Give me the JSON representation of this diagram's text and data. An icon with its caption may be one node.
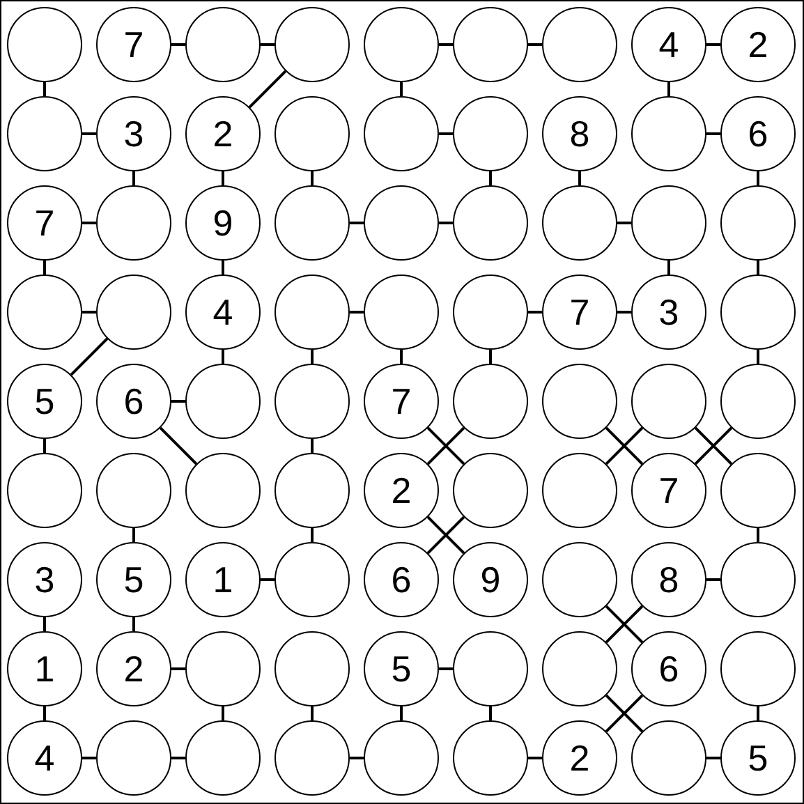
{
  "diagram": {
    "nodes": [
      {
        "text": [],
        "shape": "circle"
      },
      {
        "text": [
          "7"
        ]
      },
      {
        "text": [],
        "shape": "circle"
      },
      {
        "text": [],
        "shape": "circle"
      },
      {
        "text": [],
        "shape": "circle"
      },
      {
        "text": [],
        "shape": "circle"
      },
      {
        "text": [],
        "shape": "circle"
      },
      {
        "text": [
          "4"
        ]
      },
      {
        "text": [
          "2"
        ]
      },
      {
        "text": [],
        "shape": "circle"
      },
      {
        "text": [
          "3"
        ]
      },
      {
        "text": [
          "2"
        ]
      },
      {
        "text": [],
        "shape": "circle"
      },
      {
        "text": [],
        "shape": "circle"
      },
      {
        "text": [],
        "shape": "circle"
      },
      {
        "text": [
          "8"
        ]
      },
      {
        "text": [],
        "shape": "circle"
      },
      {
        "text": [
          "6"
        ]
      },
      {
        "text": [
          "7"
        ]
      },
      {
        "text": [],
        "shape": "circle"
      },
      {
        "text": [
          "9"
        ]
      },
      {
        "text": [],
        "shape": "circle"
      },
      {
        "text": [],
        "shape": "circle"
      },
      {
        "text": [],
        "shape": "circle"
      },
      {
        "text": [],
        "shape": "circle"
      },
      {
        "text": [],
        "shape": "circle"
      },
      {
        "text": [],
        "shape": "circle"
      },
      {
        "text": [],
        "shape": "circle"
      },
      {
        "text": [],
        "shape": "circle"
      },
      {
        "text": [
          "4"
        ]
      },
      {
        "text": [],
        "shape": "circle"
      },
      {
        "text": [],
        "shape": "circle"
      },
      {
        "text": [],
        "shape": "circle"
      },
      {
        "text": [
          "7"
        ]
      },
      {
        "text": [
          "3"
        ]
      },
      {
        "text": [],
        "shape": "circle"
      },
      {
        "text": [
          "5"
        ]
      },
      {
        "text": [
          "6"
        ]
      },
      {
        "text": [],
        "shape": "circle"
      },
      {
        "text": [],
        "shape": "circle"
      },
      {
        "text": [
          "7"
        ]
      },
      {
        "text": [],
        "shape": "circle"
      },
      {
        "text": [],
        "shape": "circle"
      },
      {
        "text": [],
        "shape": "circle"
      },
      {
        "text": [],
        "shape": "circle"
      },
      {
        "text": [],
        "shape": "circle"
      },
      {
        "text": [],
        "shape": "circle"
      },
      {
        "text": [],
        "shape": "circle"
      },
      {
        "text": [],
        "shape": "circle"
      },
      {
        "text": [
          "2"
        ]
      },
      {
        "text": [],
        "shape": "circle"
      },
      {
        "text": [],
        "shape": "circle"
      },
      {
        "text": [
          "7"
        ]
      },
      {
        "text": [],
        "shape": "circle"
      },
      {
        "text": [
          "3"
        ]
      },
      {
        "text": [
          "5"
        ]
      },
      {
        "text": [
          "1"
        ]
      },
      {
        "text": [],
        "shape": "circle"
      },
      {
        "text": [
          "6"
        ]
      },
      {
        "text": [
          "9"
        ]
      },
      {
        "text": [],
        "shape": "circle"
      },
      {
        "text": [
          "8"
        ]
      },
      {
        "text": [],
        "shape": "circle"
      },
      {
        "text": [
          "1"
        ]
      },
      {
        "text": [
          "2"
        ]
      },
      {
        "text": [],
        "shape": "circle"
      },
      {
        "text": [],
        "shape": "circle"
      },
      {
        "text": [
          "5"
        ]
      },
      {
        "text": [],
        "shape": "circle"
      },
      {
        "text": [],
        "shape": "circle"
      },
      {
        "text": [
          "6"
        ]
      },
      {
        "text": [],
        "shape": "circle"
      },
      {
        "text": [
          "4"
        ]
      },
      {
        "text": [],
        "shape": "circle"
      },
      {
        "text": [],
        "shape": "circle"
      },
      {
        "text": [],
        "shape": "circle"
      },
      {
        "text": [],
        "shape": "circle"
      },
      {
        "text": [],
        "shape": "circle"
      },
      {
        "text": [
          "2"
        ]
      },
      {
        "text": [],
        "shape": "circle"
      },
      {
        "text": [
          "5"
        ]
      }
    ],
    "edges": [
      {
        "from": 1,
        "to": 2,
        "arrow": "none"
      },
      {
        "from": 2,
        "to": 3,
        "arrow": "none"
      },
      {
        "from": 4,
        "to": 5,
        "arrow": "none"
      },
      {
        "from": 5,
        "to": 6,
        "arrow": "none"
      },
      {
        "from": 7,
        "to": 8,
        "arrow": "none"
      },
      {
        "from": 3,
        "to": 11,
        "arrow": "none"
      },
      {
        "from": 0,
        "to": 9,
        "arrow": "none"
      },
      {
        "from": 4,
        "to": 13,
        "arrow": "none"
      },
      {
        "from": 7,
        "to": 16,
        "arrow": "none"
      },
      {
        "from": 9,
        "to": 10,
        "arrow": "none"
      },
      {
        "from": 13,
        "to": 14,
        "arrow": "none"
      },
      {
        "from": 16,
        "to": 17,
        "arrow": "none"
      },
      {
        "from": 10,
        "to": 19,
        "arrow": "none"
      },
      {
        "from": 11,
        "to": 20,
        "arrow": "none"
      },
      {
        "from": 12,
        "to": 21,
        "arrow": "none"
      },
      {
        "from": 14,
        "to": 23,
        "arrow": "none"
      },
      {
        "from": 15,
        "to": 24,
        "arrow": "none"
      },
      {
        "from": 17,
        "to": 26,
        "arrow": "none"
      },
      {
        "from": 18,
        "to": 19,
        "arrow": "none"
      },
      {
        "from": 21,
        "to": 22,
        "arrow": "none"
      },
      {
        "from": 22,
        "to": 23,
        "arrow": "none"
      },
      {
        "from": 24,
        "to": 25,
        "arrow": "none"
      },
      {
        "from": 18,
        "to": 27,
        "arrow": "none"
      },
      {
        "from": 20,
        "to": 29,
        "arrow": "none"
      },
      {
        "from": 25,
        "to": 34,
        "arrow": "none"
      },
      {
        "from": 26,
        "to": 35,
        "arrow": "none"
      },
      {
        "from": 27,
        "to": 28,
        "arrow": "none"
      },
      {
        "from": 30,
        "to": 31,
        "arrow": "none"
      },
      {
        "from": 32,
        "to": 33,
        "arrow": "none"
      },
      {
        "from": 33,
        "to": 34,
        "arrow": "none"
      },
      {
        "from": 28,
        "to": 36,
        "arrow": "none"
      },
      {
        "from": 29,
        "to": 38,
        "arrow": "none"
      },
      {
        "from": 30,
        "to": 39,
        "arrow": "none"
      },
      {
        "from": 31,
        "to": 40,
        "arrow": "none"
      },
      {
        "from": 32,
        "to": 41,
        "arrow": "none"
      },
      {
        "from": 35,
        "to": 44,
        "arrow": "none"
      },
      {
        "from": 37,
        "to": 38,
        "arrow": "none"
      },
      {
        "from": 37,
        "to": 47,
        "arrow": "none"
      },
      {
        "from": 40,
        "to": 50,
        "arrow": "none"
      },
      {
        "from": 41,
        "to": 49,
        "arrow": "none"
      },
      {
        "from": 42,
        "to": 52,
        "arrow": "none"
      },
      {
        "from": 43,
        "to": 51,
        "arrow": "none"
      },
      {
        "from": 43,
        "to": 53,
        "arrow": "none"
      },
      {
        "from": 44,
        "to": 52,
        "arrow": "none"
      },
      {
        "from": 36,
        "to": 45,
        "arrow": "none"
      },
      {
        "from": 39,
        "to": 48,
        "arrow": "none"
      },
      {
        "from": 46,
        "to": 55,
        "arrow": "none"
      },
      {
        "from": 48,
        "to": 57,
        "arrow": "none"
      },
      {
        "from": 53,
        "to": 62,
        "arrow": "none"
      },
      {
        "from": 49,
        "to": 59,
        "arrow": "none"
      },
      {
        "from": 50,
        "to": 58,
        "arrow": "none"
      },
      {
        "from": 56,
        "to": 57,
        "arrow": "none"
      },
      {
        "from": 61,
        "to": 62,
        "arrow": "none"
      },
      {
        "from": 54,
        "to": 63,
        "arrow": "none"
      },
      {
        "from": 55,
        "to": 64,
        "arrow": "none"
      },
      {
        "from": 60,
        "to": 70,
        "arrow": "none"
      },
      {
        "from": 61,
        "to": 69,
        "arrow": "none"
      },
      {
        "from": 64,
        "to": 65,
        "arrow": "none"
      },
      {
        "from": 67,
        "to": 68,
        "arrow": "none"
      },
      {
        "from": 63,
        "to": 72,
        "arrow": "none"
      },
      {
        "from": 65,
        "to": 74,
        "arrow": "none"
      },
      {
        "from": 66,
        "to": 75,
        "arrow": "none"
      },
      {
        "from": 67,
        "to": 76,
        "arrow": "none"
      },
      {
        "from": 68,
        "to": 77,
        "arrow": "none"
      },
      {
        "from": 71,
        "to": 80,
        "arrow": "none"
      },
      {
        "from": 69,
        "to": 79,
        "arrow": "none"
      },
      {
        "from": 70,
        "to": 78,
        "arrow": "none"
      },
      {
        "from": 72,
        "to": 73,
        "arrow": "none"
      },
      {
        "from": 73,
        "to": 74,
        "arrow": "none"
      },
      {
        "from": 75,
        "to": 76,
        "arrow": "none"
      },
      {
        "from": 77,
        "to": 78,
        "arrow": "none"
      },
      {
        "from": 79,
        "to": 80,
        "arrow": "none"
      }
    ]
  }
}
